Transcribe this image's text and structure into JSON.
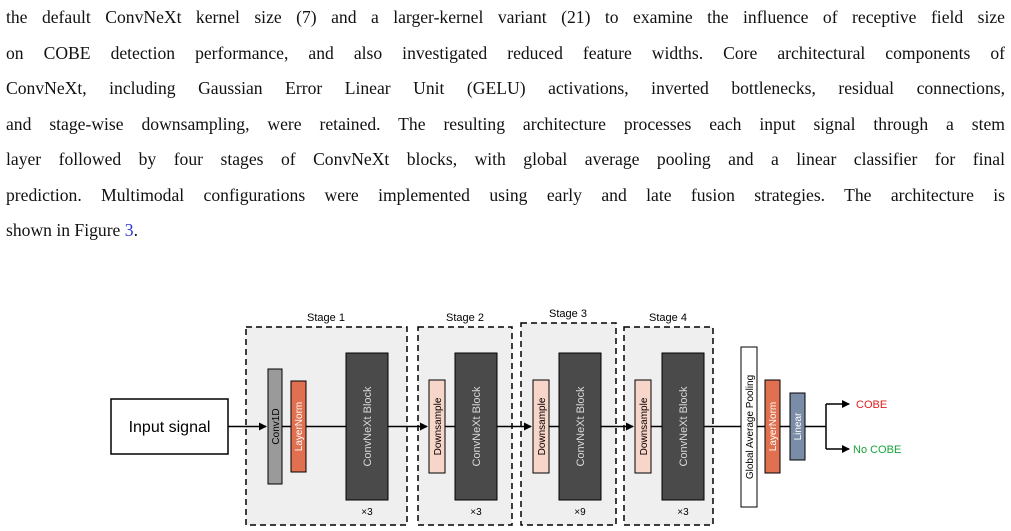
{
  "paragraph": {
    "lines": [
      "the default ConvNeXt kernel size (7) and a larger-kernel variant (21) to examine the influence of receptive field size",
      "on COBE detection performance, and also investigated reduced feature widths. Core architectural components of",
      "ConvNeXt, including Gaussian Error Linear Unit (GELU) activations, inverted bottlenecks, residual connections,",
      "and stage-wise downsampling, were retained. The resulting architecture processes each input signal through a stem",
      "layer followed by four stages of ConvNeXt blocks, with global average pooling and a linear classifier for final",
      "prediction. Multimodal configurations were implemented using early and late fusion strategies. The architecture is"
    ],
    "last_prefix": "shown in Figure ",
    "figure_ref": "3",
    "last_suffix": "."
  },
  "diagram": {
    "input": "Input signal",
    "conv1d": "Conv1D",
    "layernorm": "LayerNorm",
    "convnext_block": "ConvNeXt Block",
    "downsample": "Downsample",
    "global_pool": "Global Average Pooling",
    "linear": "Linear",
    "stages": [
      {
        "label": "Stage 1",
        "repeat": "×3"
      },
      {
        "label": "Stage 2",
        "repeat": "×3"
      },
      {
        "label": "Stage 3",
        "repeat": "×9"
      },
      {
        "label": "Stage 4",
        "repeat": "×3"
      }
    ],
    "outputs": {
      "cobe": "COBE",
      "no_cobe": "No COBE"
    },
    "colors": {
      "stage_bg": "#efefef",
      "block": "#4a4a4a",
      "conv": "#9a9a9a",
      "layernorm": "#e07050",
      "downsample": "#f7d5c8",
      "linear": "#7b8ca6",
      "cobe": "#e02020",
      "no_cobe": "#1aa33a"
    }
  }
}
